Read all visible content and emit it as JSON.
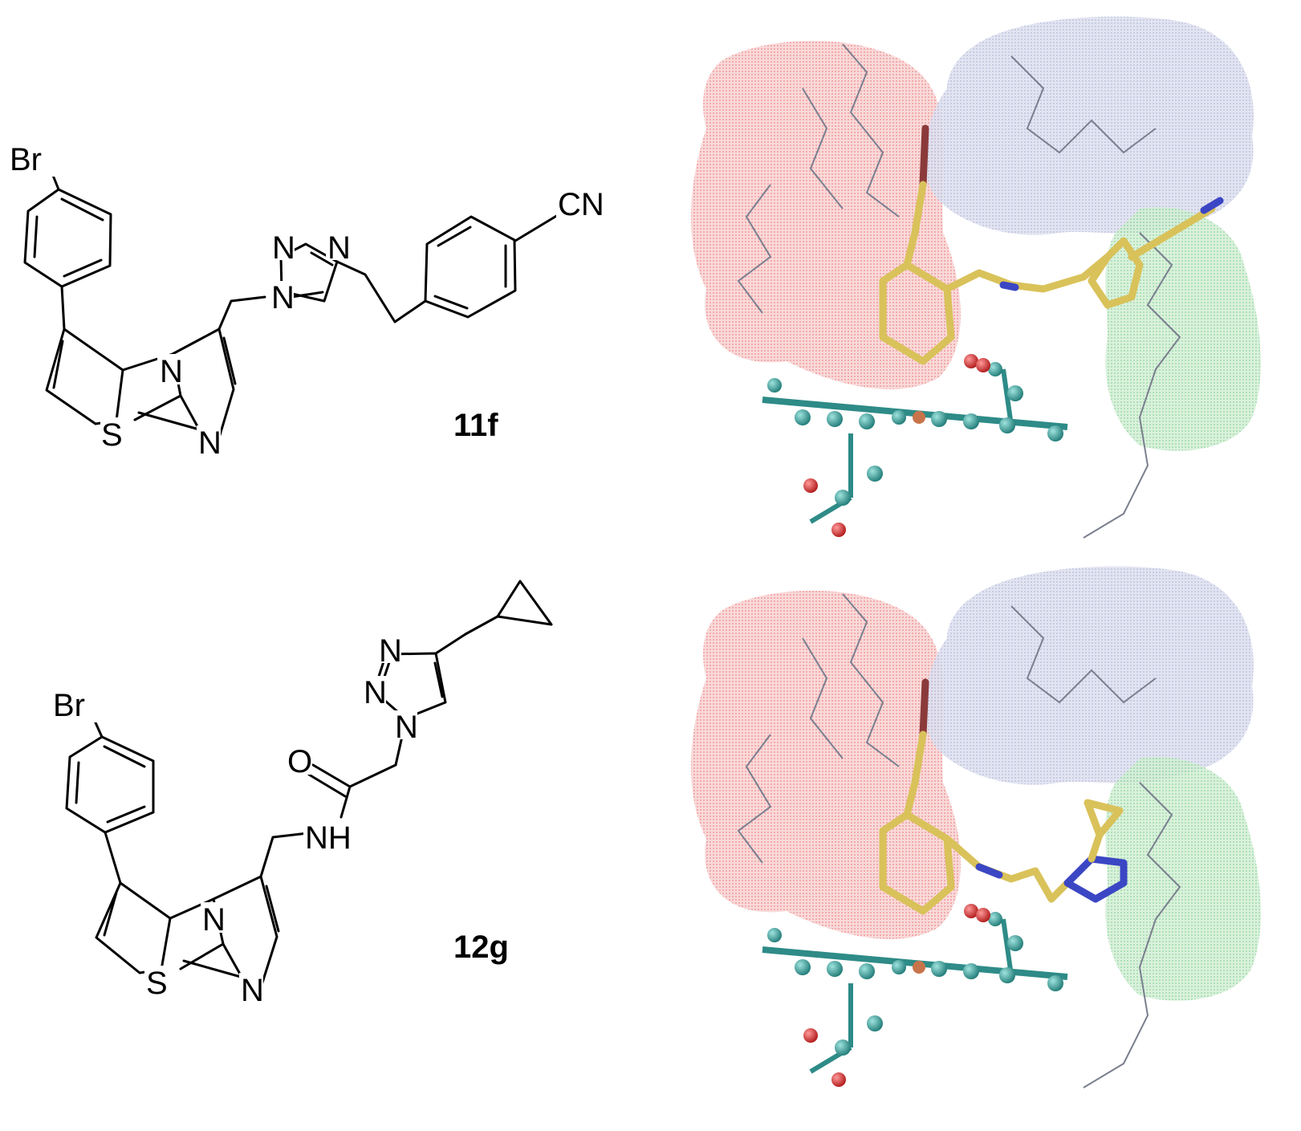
{
  "figure": {
    "compounds": [
      {
        "label": "11f",
        "atoms": {
          "br": "Br",
          "s": "S",
          "n_bridge": "N",
          "n_imid": "N",
          "n_tri1": "N",
          "n_tri2": "N",
          "n_tri3": "N",
          "cn": "CN"
        }
      },
      {
        "label": "12g",
        "atoms": {
          "br": "Br",
          "s": "S",
          "n_bridge": "N",
          "n_imid": "N",
          "n_tri1": "N",
          "n_tri2": "N",
          "n_tri3": "N",
          "o": "O",
          "nh": "NH"
        }
      }
    ],
    "colors": {
      "ligand": "#d9c25a",
      "heme": "#2e8b87",
      "oxygen": "#d92b2b",
      "nitrogen": "#3b46c4",
      "iron": "#c8744a",
      "surface_red": "#f19a9a",
      "surface_blue": "#c9cde8",
      "surface_green": "#9fdca6"
    }
  }
}
